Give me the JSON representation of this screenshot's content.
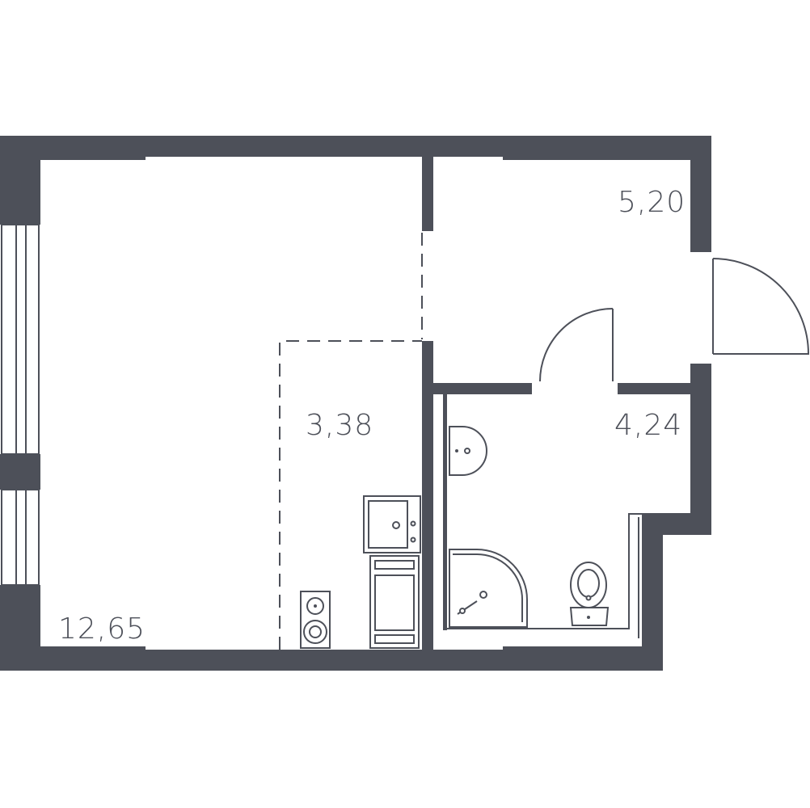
{
  "rooms": {
    "living": {
      "area": "12,65"
    },
    "kitchen": {
      "area": "3,38"
    },
    "hall": {
      "area": "5,20"
    },
    "bathroom": {
      "area": "4,24"
    }
  },
  "colors": {
    "wall": "#4d5059",
    "background": "#ffffff"
  }
}
